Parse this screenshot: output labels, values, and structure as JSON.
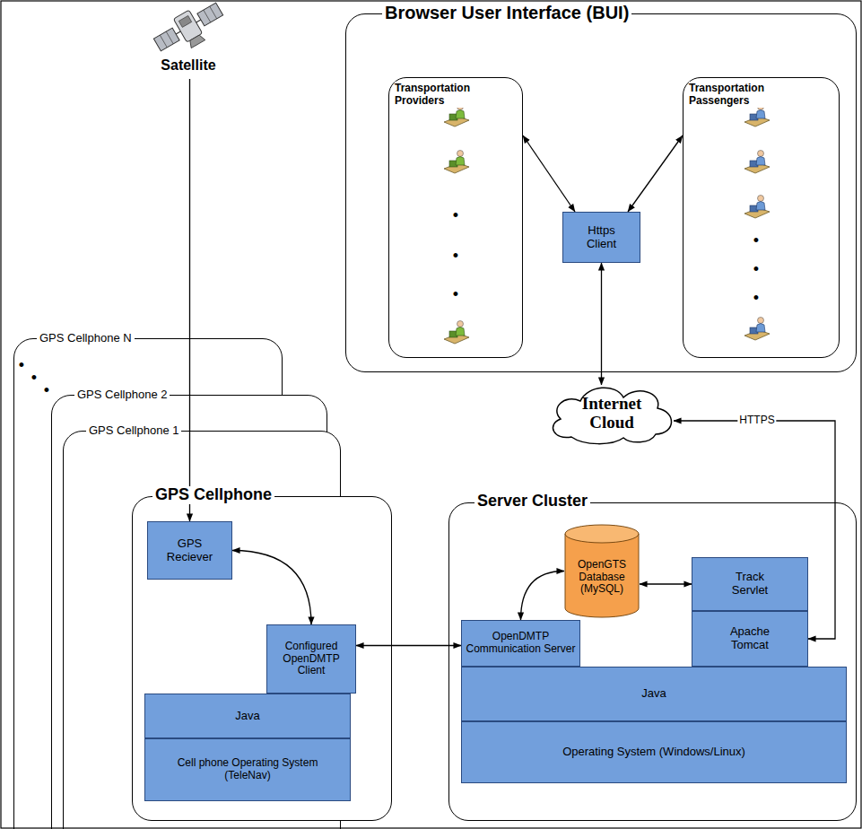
{
  "diagram": {
    "nodes": [
      {
        "text": [
          "Browser User Interface (BUI)"
        ]
      },
      {
        "text": [
          "Transportation Providers"
        ],
        "in": 0
      },
      {
        "text": [
          "Transportation Passengers"
        ],
        "in": 0
      },
      {
        "text": [
          "Https Client"
        ],
        "in": 0
      },
      {
        "text": [
          "Satellite"
        ]
      },
      {
        "text": [
          "Internet Cloud"
        ]
      },
      {
        "text": [
          "GPS Cellphone N"
        ]
      },
      {
        "text": [
          "GPS Cellphone 2"
        ]
      },
      {
        "text": [
          "GPS Cellphone 1"
        ]
      },
      {
        "text": [
          "GPS Cellphone"
        ]
      },
      {
        "text": [
          "GPS Reciever"
        ],
        "in": 9
      },
      {
        "text": [
          "Configured OpenDMTP Client"
        ],
        "in": 9
      },
      {
        "text": [
          "Java"
        ],
        "in": 9
      },
      {
        "text": [
          "Cell phone Operating System (TeleNav)"
        ],
        "in": 9
      },
      {
        "text": [
          "Server Cluster"
        ]
      },
      {
        "text": [
          "OpenGTS Database (MySQL)"
        ],
        "in": 14
      },
      {
        "text": [
          "Track Servlet"
        ],
        "in": 14
      },
      {
        "text": [
          "Apache Tomcat"
        ],
        "in": 14
      },
      {
        "text": [
          "OpenDMTP Communication Server"
        ],
        "in": 14
      },
      {
        "text": [
          "Java"
        ],
        "in": 14
      },
      {
        "text": [
          "Operating System (Windows/Linux)"
        ],
        "in": 14
      }
    ],
    "edges": [
      {
        "from": 4,
        "to": 10,
        "arrow": "to"
      },
      {
        "from": 10,
        "to": 11,
        "arrow": "both"
      },
      {
        "from": 11,
        "to": 18,
        "arrow": "both"
      },
      {
        "from": 18,
        "to": 15,
        "arrow": "both"
      },
      {
        "from": 15,
        "to": 16,
        "arrow": "both"
      },
      {
        "from": 1,
        "to": 3,
        "arrow": "both"
      },
      {
        "from": 2,
        "to": 3,
        "arrow": "both"
      },
      {
        "from": 3,
        "to": 5,
        "arrow": "both"
      },
      {
        "from": 5,
        "to": 17,
        "label": "HTTPS",
        "arrow": "both"
      }
    ],
    "labels": [
      "•",
      "•",
      "•",
      "•",
      "•",
      "•",
      "•",
      "•",
      "•"
    ]
  }
}
